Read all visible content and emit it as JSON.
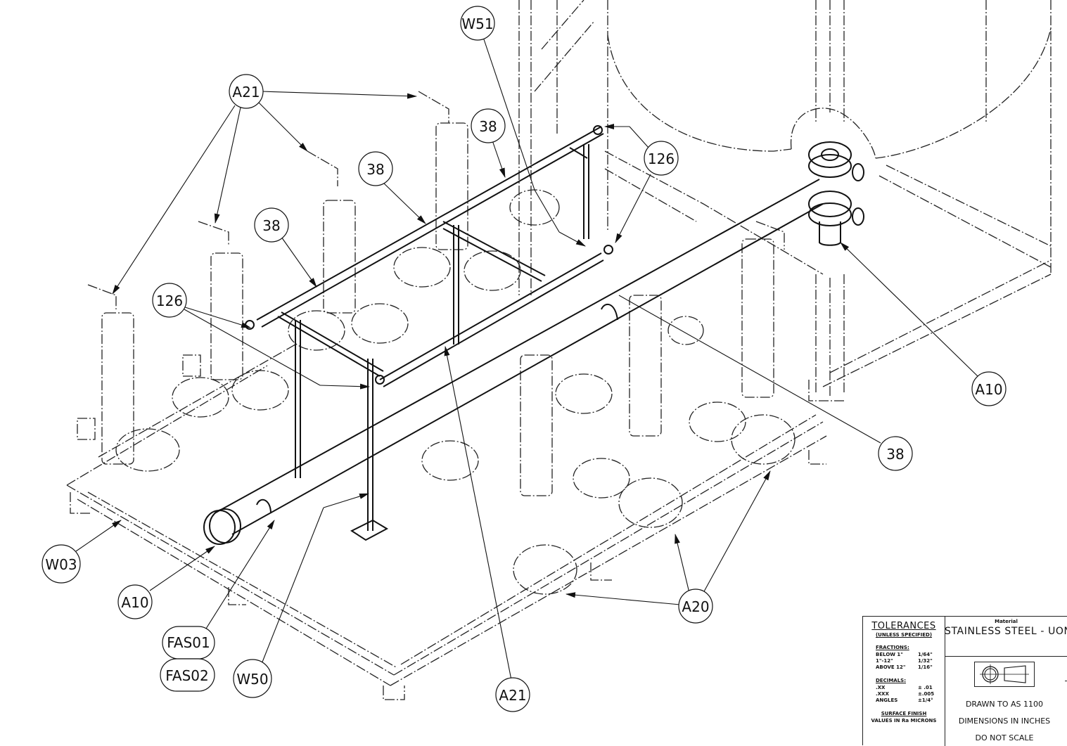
{
  "drawing": {
    "type": "isometric piping assembly drawing",
    "balloons": [
      {
        "id": "balloon-a21-top",
        "label": "A21",
        "shape": "circle"
      },
      {
        "id": "balloon-w51",
        "label": "W51",
        "shape": "circle"
      },
      {
        "id": "balloon-38-a",
        "label": "38",
        "shape": "circle"
      },
      {
        "id": "balloon-38-b",
        "label": "38",
        "shape": "circle"
      },
      {
        "id": "balloon-38-c",
        "label": "38",
        "shape": "circle"
      },
      {
        "id": "balloon-126-right",
        "label": "126",
        "shape": "circle"
      },
      {
        "id": "balloon-126-left",
        "label": "126",
        "shape": "circle"
      },
      {
        "id": "balloon-a10-right",
        "label": "A10",
        "shape": "circle"
      },
      {
        "id": "balloon-38-d",
        "label": "38",
        "shape": "circle"
      },
      {
        "id": "balloon-w03",
        "label": "W03",
        "shape": "circle"
      },
      {
        "id": "balloon-a10-left",
        "label": "A10",
        "shape": "circle"
      },
      {
        "id": "balloon-fas01",
        "label": "FAS01",
        "shape": "rounded"
      },
      {
        "id": "balloon-fas02",
        "label": "FAS02",
        "shape": "rounded"
      },
      {
        "id": "balloon-w50",
        "label": "W50",
        "shape": "circle"
      },
      {
        "id": "balloon-a21-bottom",
        "label": "A21",
        "shape": "circle"
      },
      {
        "id": "balloon-a20",
        "label": "A20",
        "shape": "circle"
      }
    ]
  },
  "title_block": {
    "tolerances": {
      "title": "TOLERANCES",
      "subtitle": "(UNLESS SPECIFIED)",
      "fractions_label": "FRACTIONS:",
      "fractions": [
        {
          "range": "BELOW 1\"",
          "value": "1/64\""
        },
        {
          "range": "1\"-12\"",
          "value": "1/32\""
        },
        {
          "range": "ABOVE 12\"",
          "value": "1/16\""
        }
      ],
      "decimals_label": "DECIMALS:",
      "decimals": [
        {
          "range": ".XX",
          "value": "± .01"
        },
        {
          "range": ".XXX",
          "value": "±.005"
        },
        {
          "range": "ANGLES",
          "value": "±1/4°"
        }
      ],
      "surface_finish_label": "SURFACE FINISH",
      "surface_finish_value": "VALUES IN Ra MICRONS"
    },
    "material_label": "Material",
    "material_value": "STAINLESS STEEL - UON",
    "projection_symbol": "third-angle-projection-icon",
    "notes": [
      "DRAWN TO AS 1100",
      "DIMENSIONS IN INCHES",
      "DO NOT SCALE"
    ]
  }
}
